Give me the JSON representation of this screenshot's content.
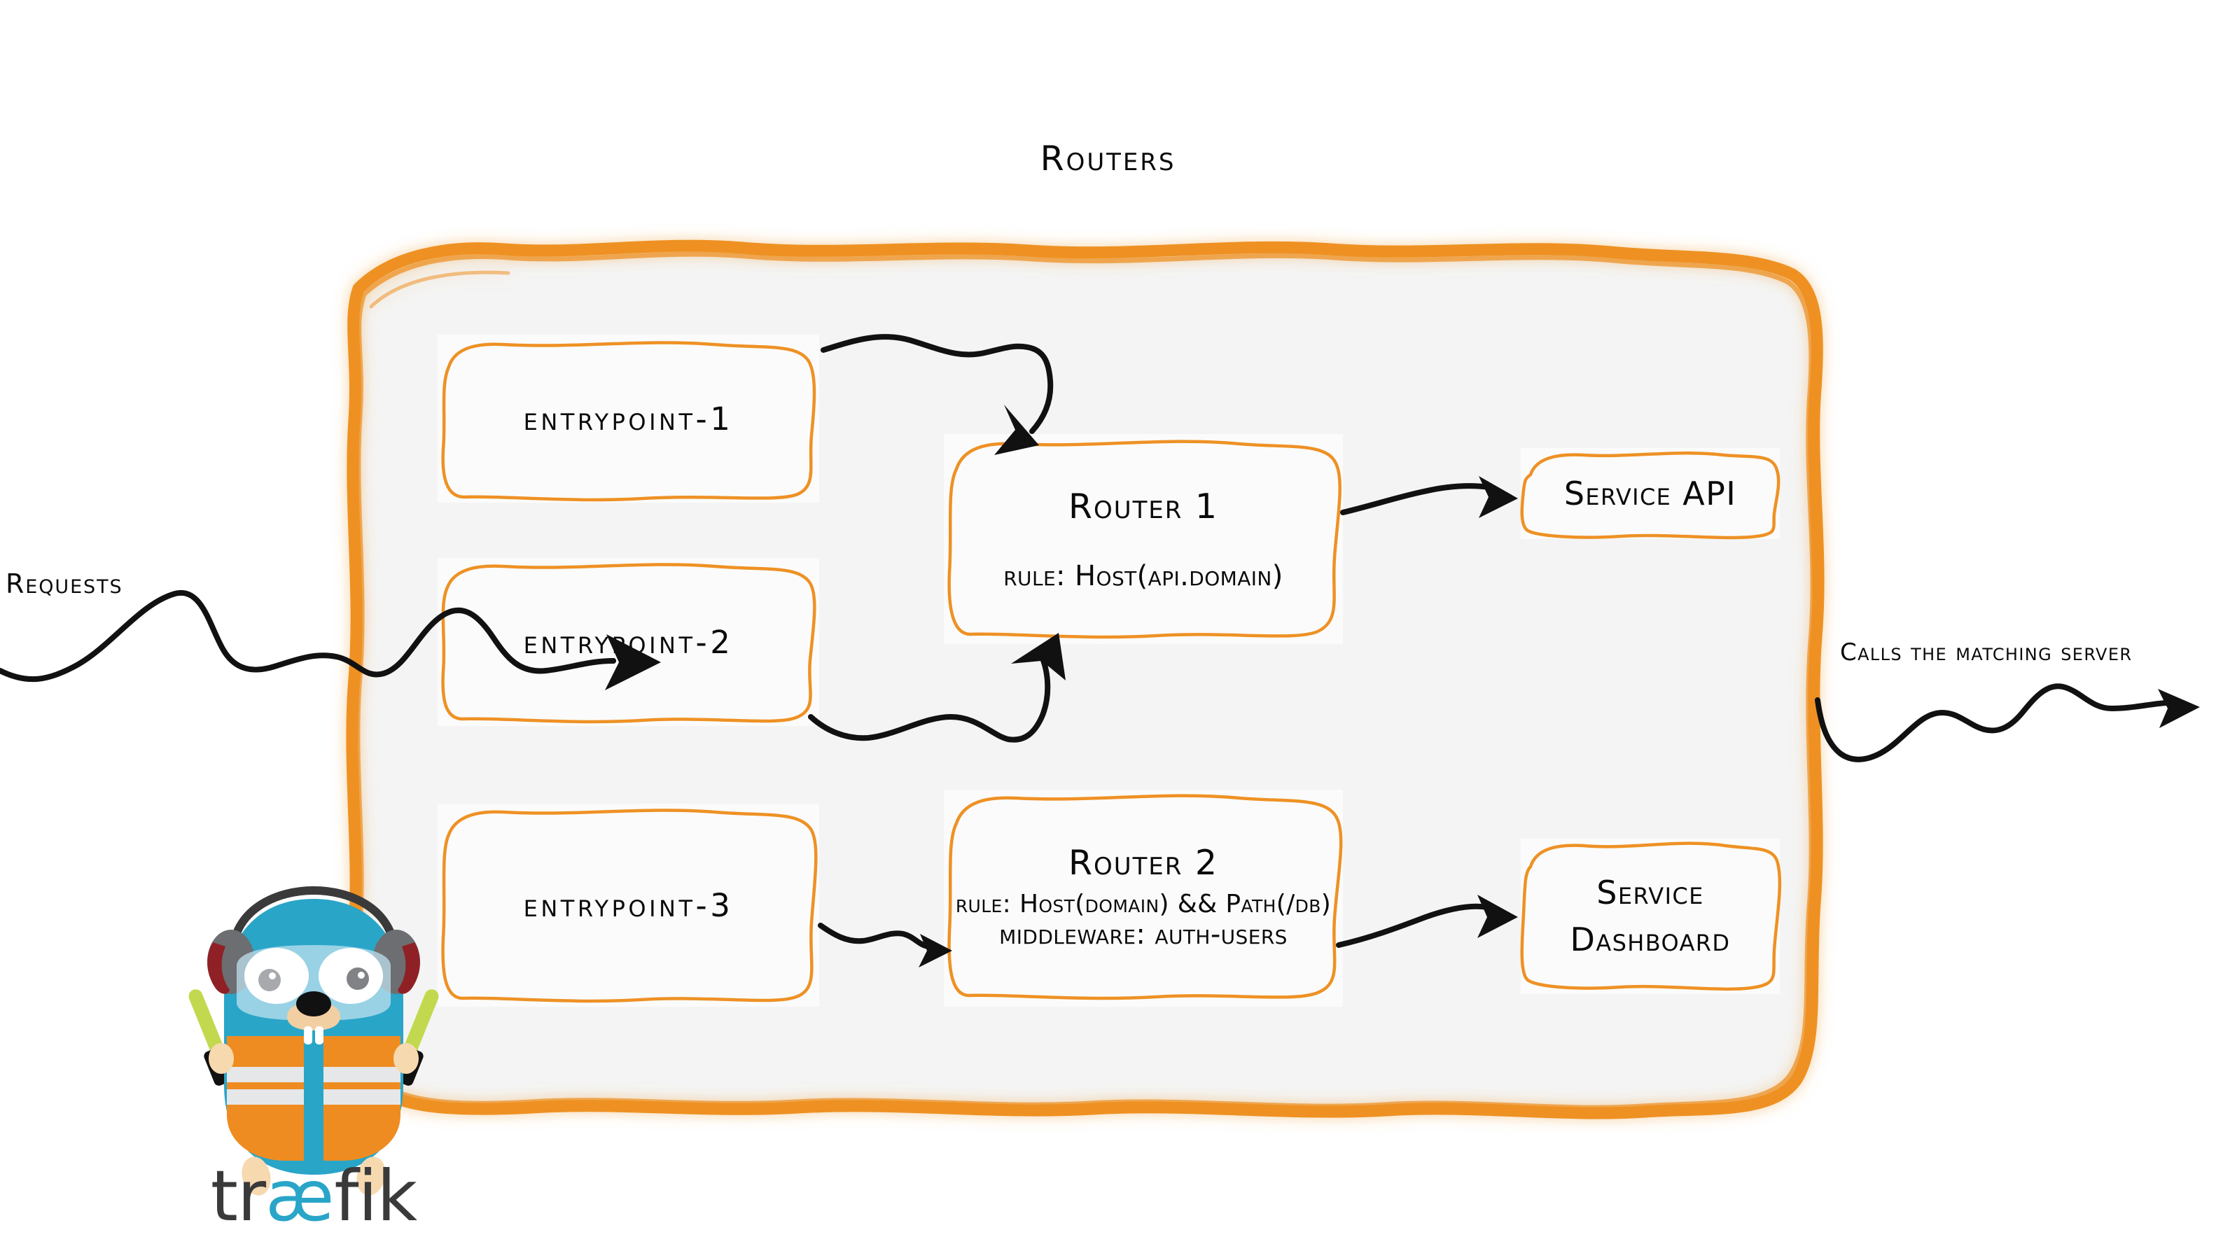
{
  "diagram": {
    "title": "Routers",
    "background_color": "#ffffff",
    "accent_color": "#ee9124",
    "panel_fill": "#f4f4f4",
    "node_fill": "#fbfbfb",
    "ink_color": "#0a0a0a"
  },
  "entrypoints": [
    {
      "id": "entrypoint-1",
      "label": "entrypoint-1"
    },
    {
      "id": "entrypoint-2",
      "label": "entrypoint-2"
    },
    {
      "id": "entrypoint-3",
      "label": "entrypoint-3"
    }
  ],
  "routers": [
    {
      "id": "router-1",
      "title": "Router 1",
      "rule": "rule: Host(api.domain)"
    },
    {
      "id": "router-2",
      "title": "Router 2",
      "rule": "rule: Host(domain) && Path(/db)",
      "middleware": "middleware: auth-users"
    }
  ],
  "services": [
    {
      "id": "service-api",
      "label": "Service API"
    },
    {
      "id": "service-dashboard",
      "label_line_1": "Service",
      "label_line_2": "Dashboard"
    }
  ],
  "flow_labels": {
    "incoming": "Requests",
    "outgoing": "Calls the matching server"
  },
  "logo": {
    "wordmark_prefix": "tr",
    "wordmark_ligature": "æ",
    "wordmark_suffix": "fik",
    "body_color": "#29a5c8",
    "vest_color": "#ef8c21",
    "vest_stripe_color": "#e6e7e8",
    "headphone_color": "#58595b",
    "headphone_accent": "#8f2126",
    "wand_color": "#c2d94f",
    "wordmark_color": "#3a3a3a"
  }
}
